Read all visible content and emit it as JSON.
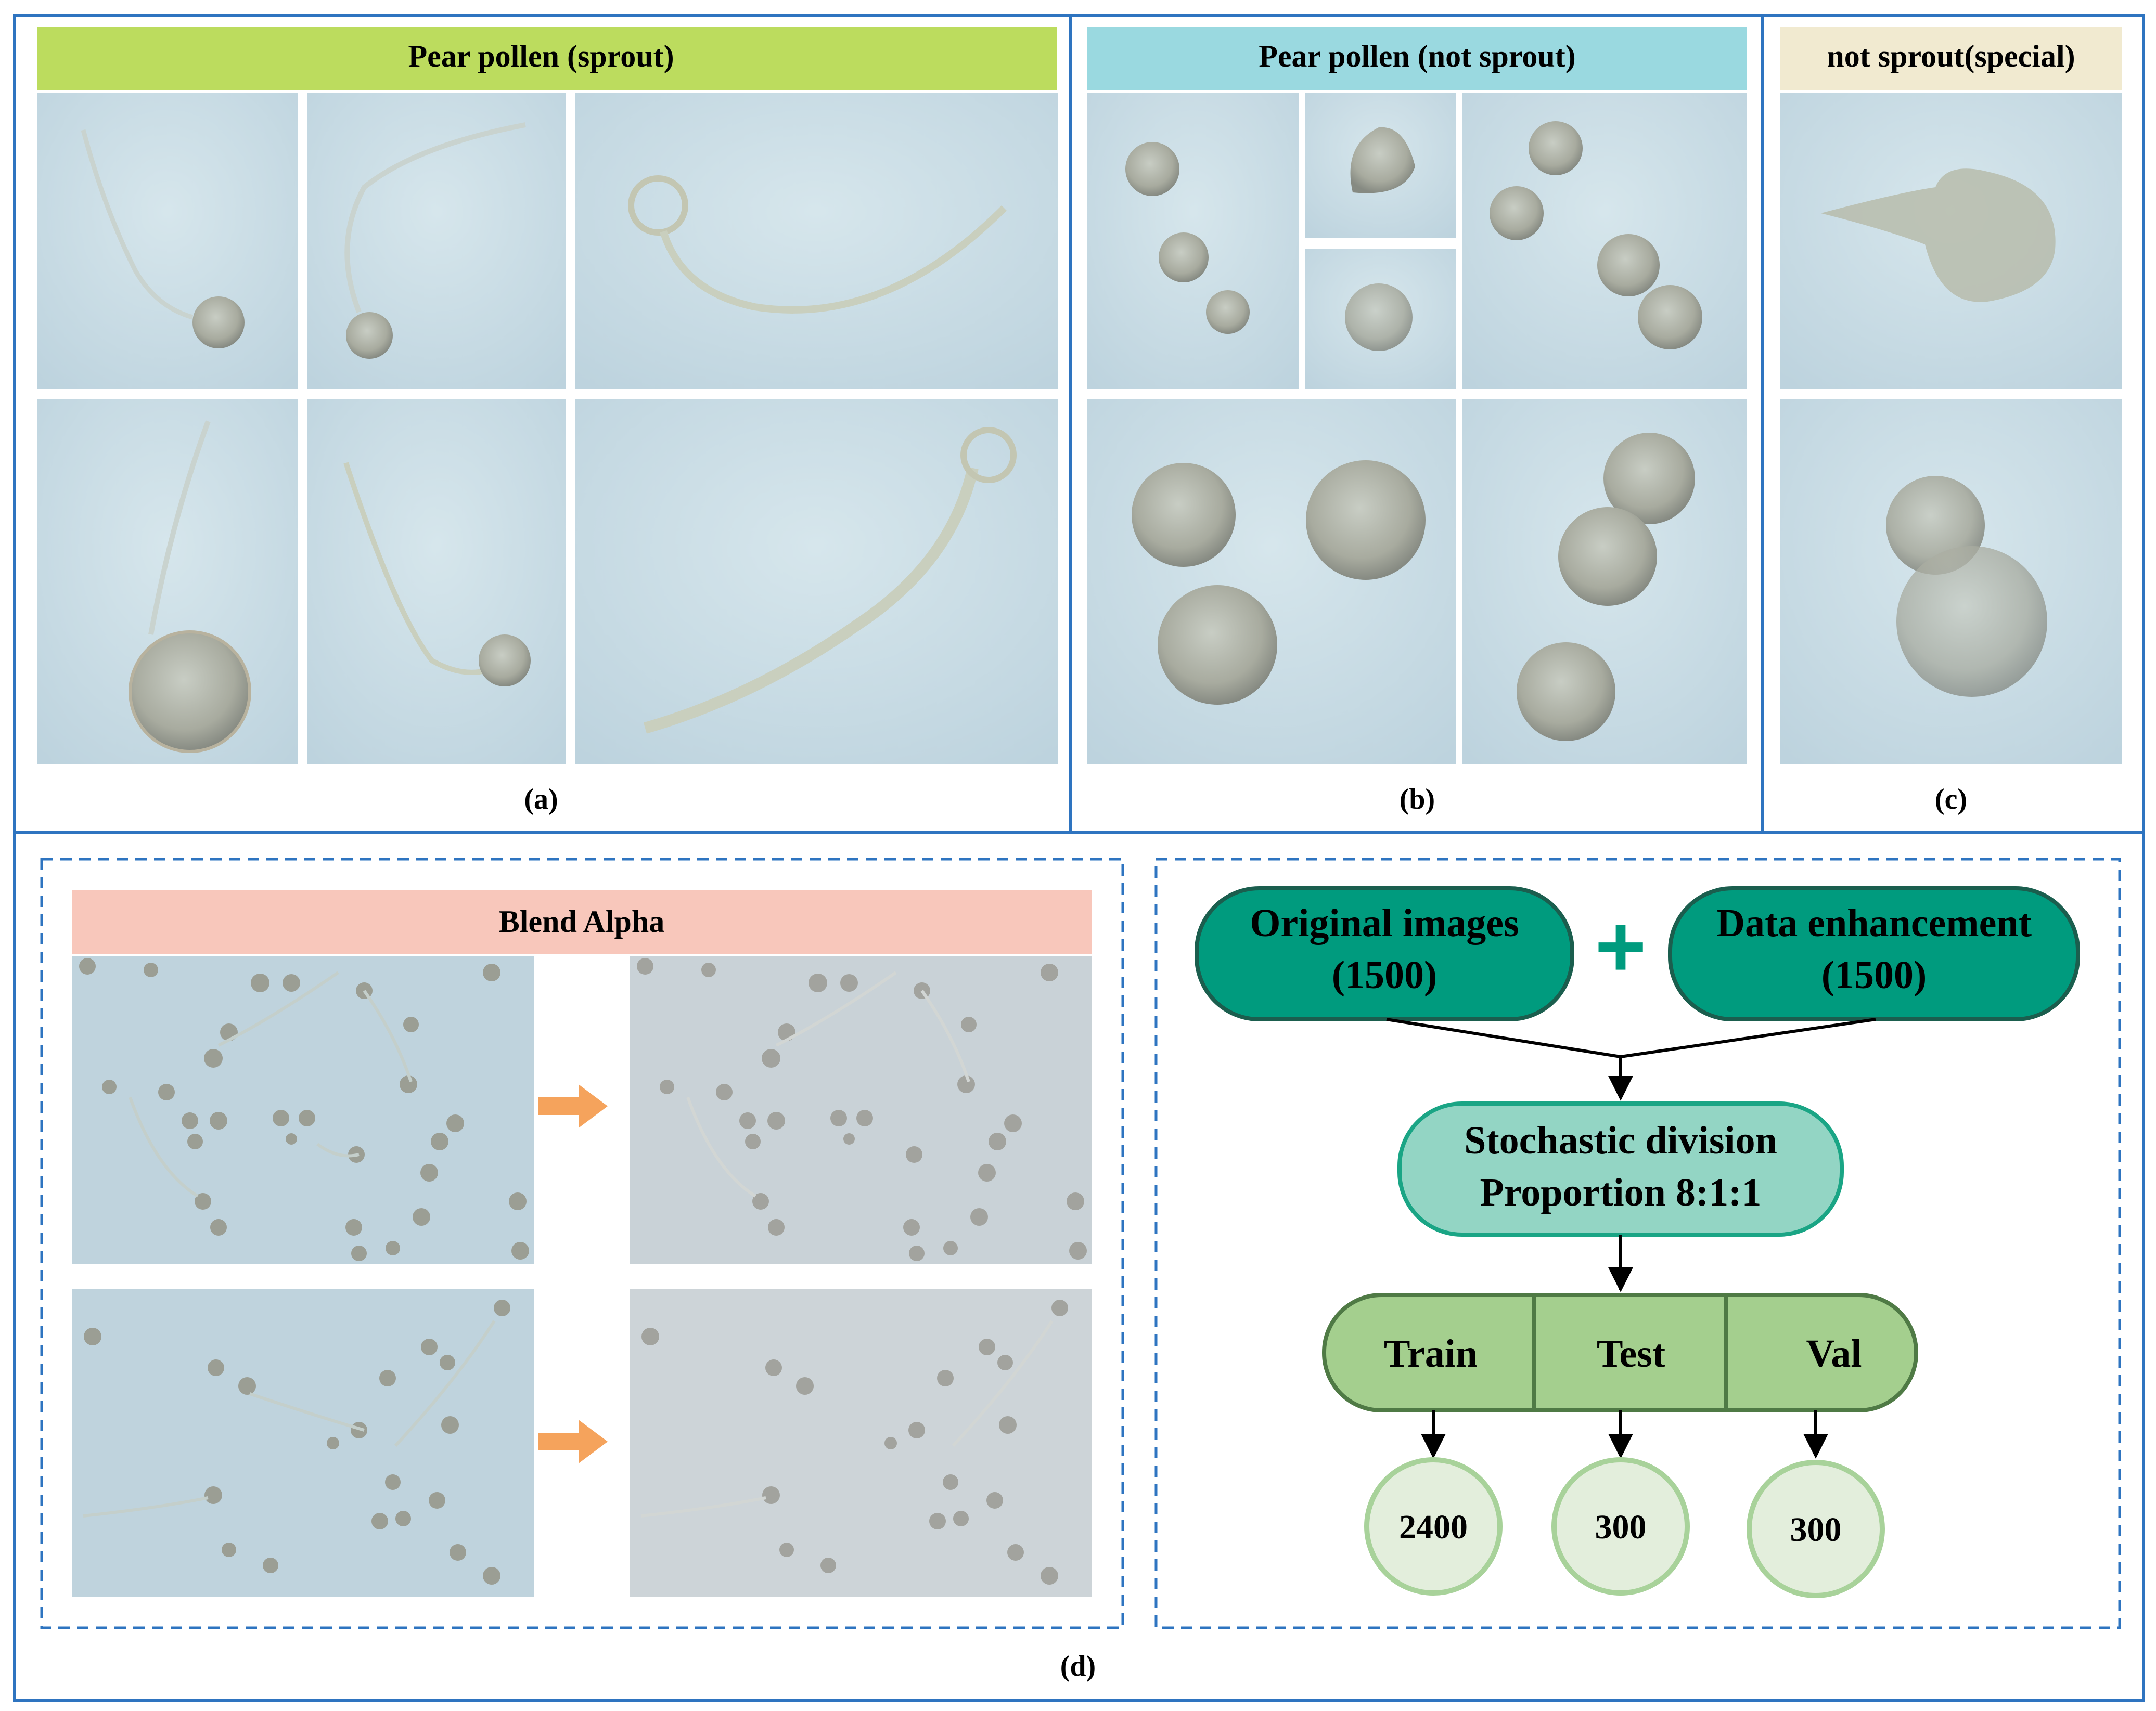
{
  "panels": {
    "a": {
      "header": "Pear pollen (sprout)",
      "header_color": "#bcdc5e",
      "caption": "(a)",
      "tiles": [
        {
          "alt": "pollen grain with pollen tube"
        },
        {
          "alt": "pollen grain with curved pollen tube"
        },
        {
          "alt": "pollen grain with long pollen tube"
        },
        {
          "alt": "large pollen grain with pollen tube"
        },
        {
          "alt": "pollen grain with looping pollen tube"
        },
        {
          "alt": "pollen grain with long diagonal pollen tube"
        }
      ]
    },
    "b": {
      "header": "Pear pollen (not sprout)",
      "header_color": "#9ad9e0",
      "caption": "(b)",
      "tiles": [
        {
          "alt": "three ungerminated pollen grains"
        },
        {
          "alt": "single triangular pollen grain"
        },
        {
          "alt": "single round pollen grain"
        },
        {
          "alt": "four ungerminated pollen grains"
        },
        {
          "alt": "three large ungerminated pollen grains"
        },
        {
          "alt": "three clustered pollen grains"
        }
      ]
    },
    "c": {
      "header": "not sprout(special)",
      "header_color": "#f1ead0",
      "caption": "(c)",
      "tiles": [
        {
          "alt": "special pollen grain with short protrusion"
        },
        {
          "alt": "special overlapping pollen grains"
        }
      ]
    },
    "d": {
      "caption": "(d)",
      "blend_title": "Blend Alpha",
      "blend_color": "#f8c7bb",
      "arrow_color": "#f5a35c",
      "flow": {
        "original": {
          "line1": "Original images",
          "line2": "(1500)"
        },
        "plus": "+",
        "enhancement": {
          "line1": "Data enhancement",
          "line2": "(1500)"
        },
        "division": {
          "line1": "Stochastic division",
          "line2": "Proportion 8:1:1"
        },
        "splits": [
          {
            "label": "Train",
            "count": "2400"
          },
          {
            "label": "Test",
            "count": "300"
          },
          {
            "label": "Val",
            "count": "300"
          }
        ],
        "colors": {
          "dark_green": "#009b7e",
          "dark_green_border": "#1b5e4e",
          "teal_light": "#93d5c4",
          "teal_border": "#1aa585",
          "light_green": "#a4cf8e",
          "light_green_border": "#4f7a45",
          "circle_fill": "#e3eedc",
          "circle_border": "#a8d29a",
          "frame_blue": "#2e74c0"
        }
      }
    }
  }
}
